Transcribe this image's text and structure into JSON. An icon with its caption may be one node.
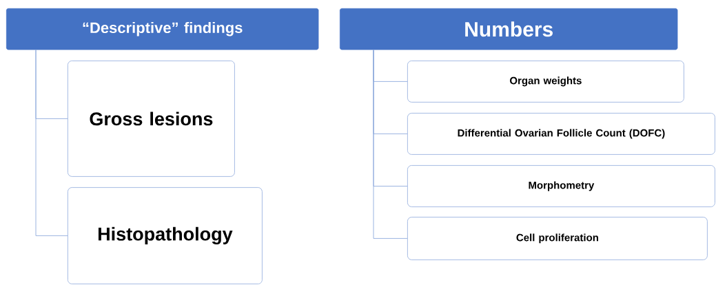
{
  "diagram": {
    "nodes": [
      {
        "text": [
          "“Descriptive” findings"
        ]
      },
      {
        "text": [
          "Gross lesions"
        ]
      },
      {
        "text": [
          "Histopathology"
        ]
      },
      {
        "text": [
          "Numbers"
        ]
      },
      {
        "text": [
          "Organ weights"
        ]
      },
      {
        "text": [
          "Differential Ovarian Follicle Count (DOFC)"
        ]
      },
      {
        "text": [
          "Morphometry"
        ]
      },
      {
        "text": [
          "Cell proliferation"
        ]
      }
    ],
    "edges": [
      {
        "from": 0,
        "to": 1,
        "arrow": "none"
      },
      {
        "from": 0,
        "to": 2,
        "arrow": "none"
      },
      {
        "from": 3,
        "to": 4,
        "arrow": "none"
      },
      {
        "from": 3,
        "to": 5,
        "arrow": "none"
      },
      {
        "from": 3,
        "to": 6,
        "arrow": "none"
      },
      {
        "from": 3,
        "to": 7,
        "arrow": "none"
      }
    ]
  }
}
